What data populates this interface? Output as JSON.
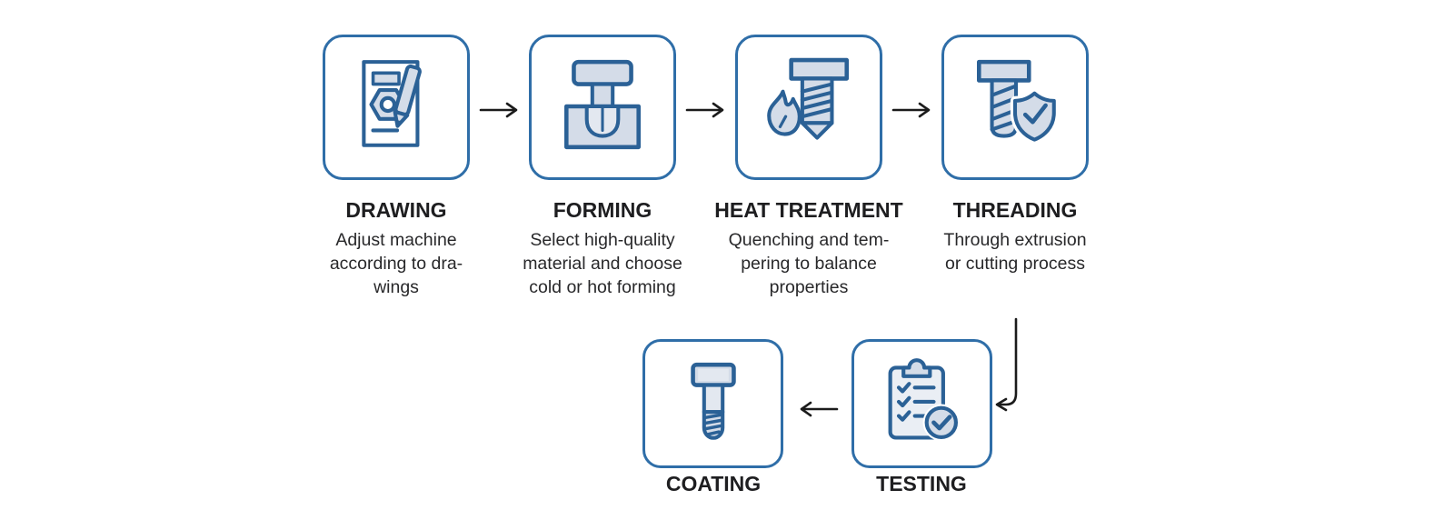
{
  "colors": {
    "card_border": "#2f6ea8",
    "icon_stroke": "#2b6196",
    "icon_fill": "#d4dce8",
    "icon_fill_light": "#e3e8f0",
    "title_text": "#1e1e20",
    "description_text": "#28282a",
    "arrow": "#1b1b1b",
    "background": "#ffffff"
  },
  "steps": [
    {
      "id": "drawing",
      "title": "DRAWING",
      "description": "Adjust machine\naccording to dra-\nwings",
      "icon": "blueprint-pencil-icon"
    },
    {
      "id": "forming",
      "title": "FORMING",
      "description": "Select high-quality\nmaterial and choose\ncold or hot forming",
      "icon": "press-die-icon"
    },
    {
      "id": "heat-treatment",
      "title": "HEAT TREATMENT",
      "description": "Quenching and tem-\npering to balance\nproperties",
      "icon": "flame-screw-icon"
    },
    {
      "id": "threading",
      "title": "THREADING",
      "description": "Through extrusion\nor cutting process",
      "icon": "bolt-shield-check-icon"
    },
    {
      "id": "testing",
      "title": "TESTING",
      "description": "",
      "icon": "checklist-clipboard-icon"
    },
    {
      "id": "coating",
      "title": "COATING",
      "description": "",
      "icon": "coated-bolt-icon"
    }
  ],
  "arrows": {
    "color": "#1b1b1b",
    "items": [
      {
        "from": "DRAWING",
        "to": "FORMING",
        "direction": "right"
      },
      {
        "from": "FORMING",
        "to": "HEAT TREATMENT",
        "direction": "right"
      },
      {
        "from": "HEAT TREATMENT",
        "to": "THREADING",
        "direction": "right"
      },
      {
        "from": "THREADING",
        "to": "TESTING",
        "direction": "elbow-down-left"
      },
      {
        "from": "TESTING",
        "to": "COATING",
        "direction": "left"
      }
    ]
  }
}
